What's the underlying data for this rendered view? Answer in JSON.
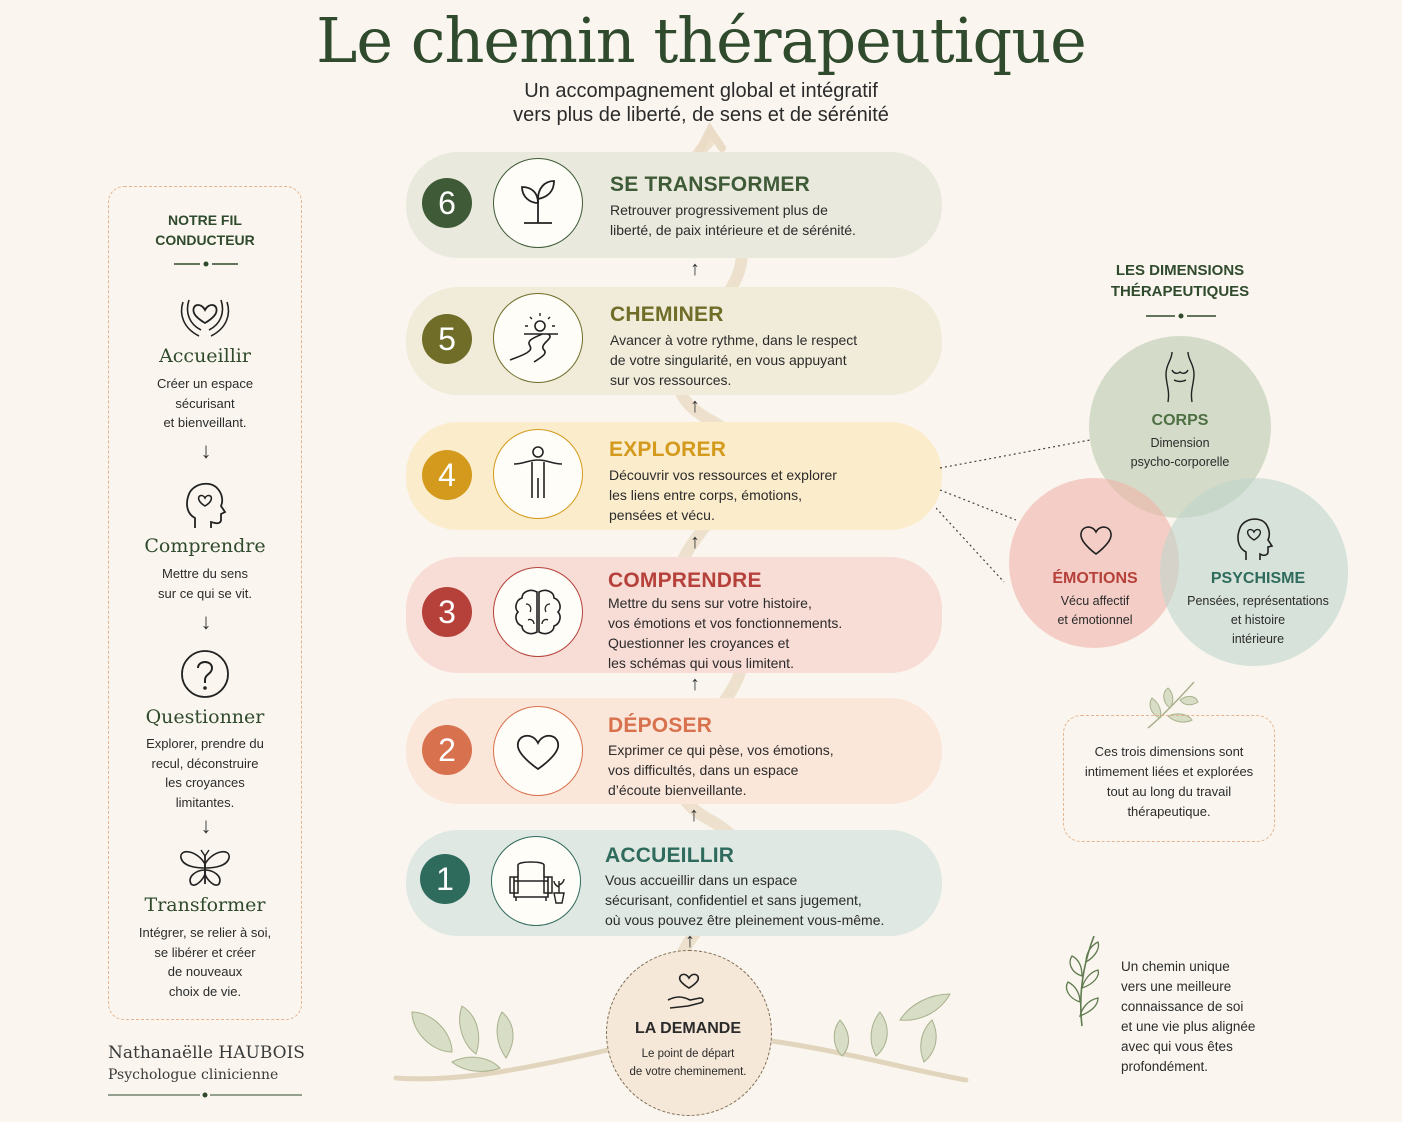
{
  "header": {
    "title": "Le chemin thérapeutique",
    "subtitle_line1": "Un accompagnement global et intégratif",
    "subtitle_line2": "vers plus de liberté, de sens et de sérénité"
  },
  "left_panel": {
    "heading_line1": "NOTRE FIL",
    "heading_line2": "CONDUCTEUR",
    "items": [
      {
        "title": "Accueillir",
        "lines": [
          "Créer un espace",
          "sécurisant",
          "et bienveillant."
        ],
        "icon": "heart-hands-icon"
      },
      {
        "title": "Comprendre",
        "lines": [
          "Mettre du sens",
          "sur ce qui se vit."
        ],
        "icon": "head-heart-icon"
      },
      {
        "title": "Questionner",
        "lines": [
          "Explorer, prendre du",
          "recul, déconstruire",
          "les croyances",
          "limitantes."
        ],
        "icon": "question-icon"
      },
      {
        "title": "Transformer",
        "lines": [
          "Intégrer, se relier à soi,",
          "se libérer et créer",
          "de nouveaux",
          "choix de vie."
        ],
        "icon": "butterfly-icon"
      }
    ],
    "arrow": "↓"
  },
  "signature": {
    "name": "Nathanaëlle HAUBOIS",
    "role": "Psychologue clinicienne"
  },
  "steps": [
    {
      "number": "6",
      "title": "SE TRANSFORMER",
      "lines": [
        "Retrouver progressivement plus de",
        "liberté, de paix intérieure et de sérénité."
      ],
      "icon": "sprout-icon",
      "color": "#3f5a37",
      "bg": "#e9e9dd"
    },
    {
      "number": "5",
      "title": "CHEMINER",
      "lines": [
        "Avancer à votre rythme, dans le respect",
        "de votre singularité, en vous appuyant",
        "sur vos ressources."
      ],
      "icon": "path-sun-icon",
      "color": "#6f6d28",
      "bg": "#f1ebd9"
    },
    {
      "number": "4",
      "title": "EXPLORER",
      "lines": [
        "Découvrir vos ressources et explorer",
        "les liens entre corps, émotions,",
        "pensées et vécu."
      ],
      "icon": "person-open-arms-icon",
      "color": "#d49a1d",
      "bg": "#fbeccb"
    },
    {
      "number": "3",
      "title": "COMPRENDRE",
      "lines": [
        "Mettre du sens sur votre histoire,",
        "vos émotions et vos fonctionnements.",
        "Questionner les croyances et",
        "les schémas qui vous limitent."
      ],
      "icon": "brain-icon",
      "color": "#b5413a",
      "bg": "#f8dcd6"
    },
    {
      "number": "2",
      "title": "DÉPOSER",
      "lines": [
        "Exprimer ce qui pèse, vos émotions,",
        "vos difficultés, dans un espace",
        "d’écoute bienveillante."
      ],
      "icon": "heart-icon",
      "color": "#d8714d",
      "bg": "#fbe6da"
    },
    {
      "number": "1",
      "title": "ACCUEILLIR",
      "lines": [
        "Vous accueillir dans un espace",
        "sécurisant, confidentiel et sans jugement,",
        "où vous pouvez être pleinement vous-même."
      ],
      "icon": "armchair-plant-icon",
      "color": "#2f6b5c",
      "bg": "#dfe8e3"
    }
  ],
  "demande": {
    "title": "LA DEMANDE",
    "line1": "Le point de départ",
    "line2": "de votre cheminement."
  },
  "right_panel": {
    "heading_line1": "LES DIMENSIONS",
    "heading_line2": "THÉRAPEUTIQUES",
    "circles": [
      {
        "title": "CORPS",
        "lines": [
          "Dimension",
          "psycho-corporelle"
        ],
        "color": "#4f6f45"
      },
      {
        "title": "ÉMOTIONS",
        "lines": [
          "Vécu affectif",
          "et émotionnel"
        ],
        "color": "#b5413a"
      },
      {
        "title": "PSYCHISME",
        "lines": [
          "Pensées, représentations",
          "et histoire",
          "intérieure"
        ],
        "color": "#2f6b5c"
      }
    ],
    "note": [
      "Ces trois dimensions sont",
      "intimement liées et explorées",
      "tout au long du travail",
      "thérapeutique."
    ],
    "closing": [
      "Un chemin unique",
      "vers une meilleure",
      "connaissance de soi",
      "et une vie plus alignée",
      "avec qui vous êtes",
      "profondément."
    ]
  }
}
